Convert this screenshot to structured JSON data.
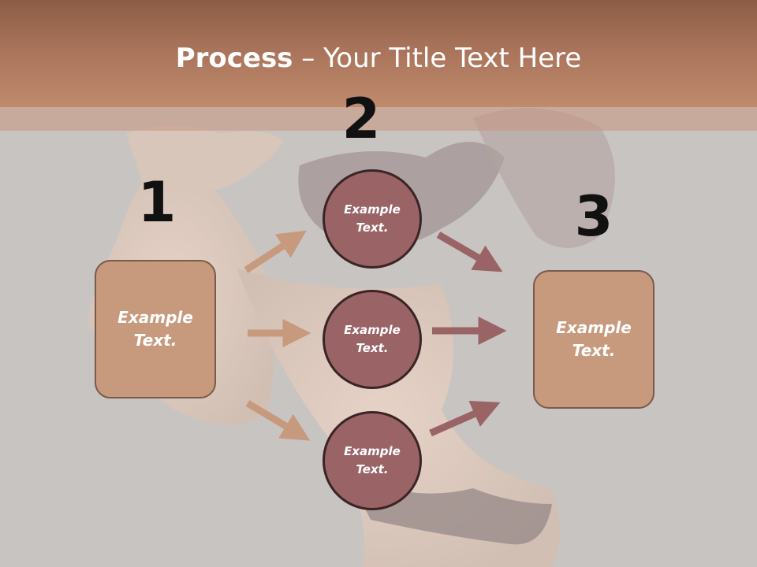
{
  "title": {
    "bold": "Process",
    "rest": " – Your Title Text Here"
  },
  "steps": {
    "one": "1",
    "two": "2",
    "three": "3"
  },
  "left_box": {
    "text": "Example\nText."
  },
  "right_box": {
    "text": "Example\nText."
  },
  "circles": [
    {
      "text": "Example\nText."
    },
    {
      "text": "Example\nText."
    },
    {
      "text": "Example\nText."
    }
  ],
  "colors": {
    "header": "#a8735a",
    "box_fill": "#c79a7e",
    "circle_fill": "#9a6466",
    "arrow_left": "#c79a7e",
    "arrow_right": "#9a6466"
  }
}
